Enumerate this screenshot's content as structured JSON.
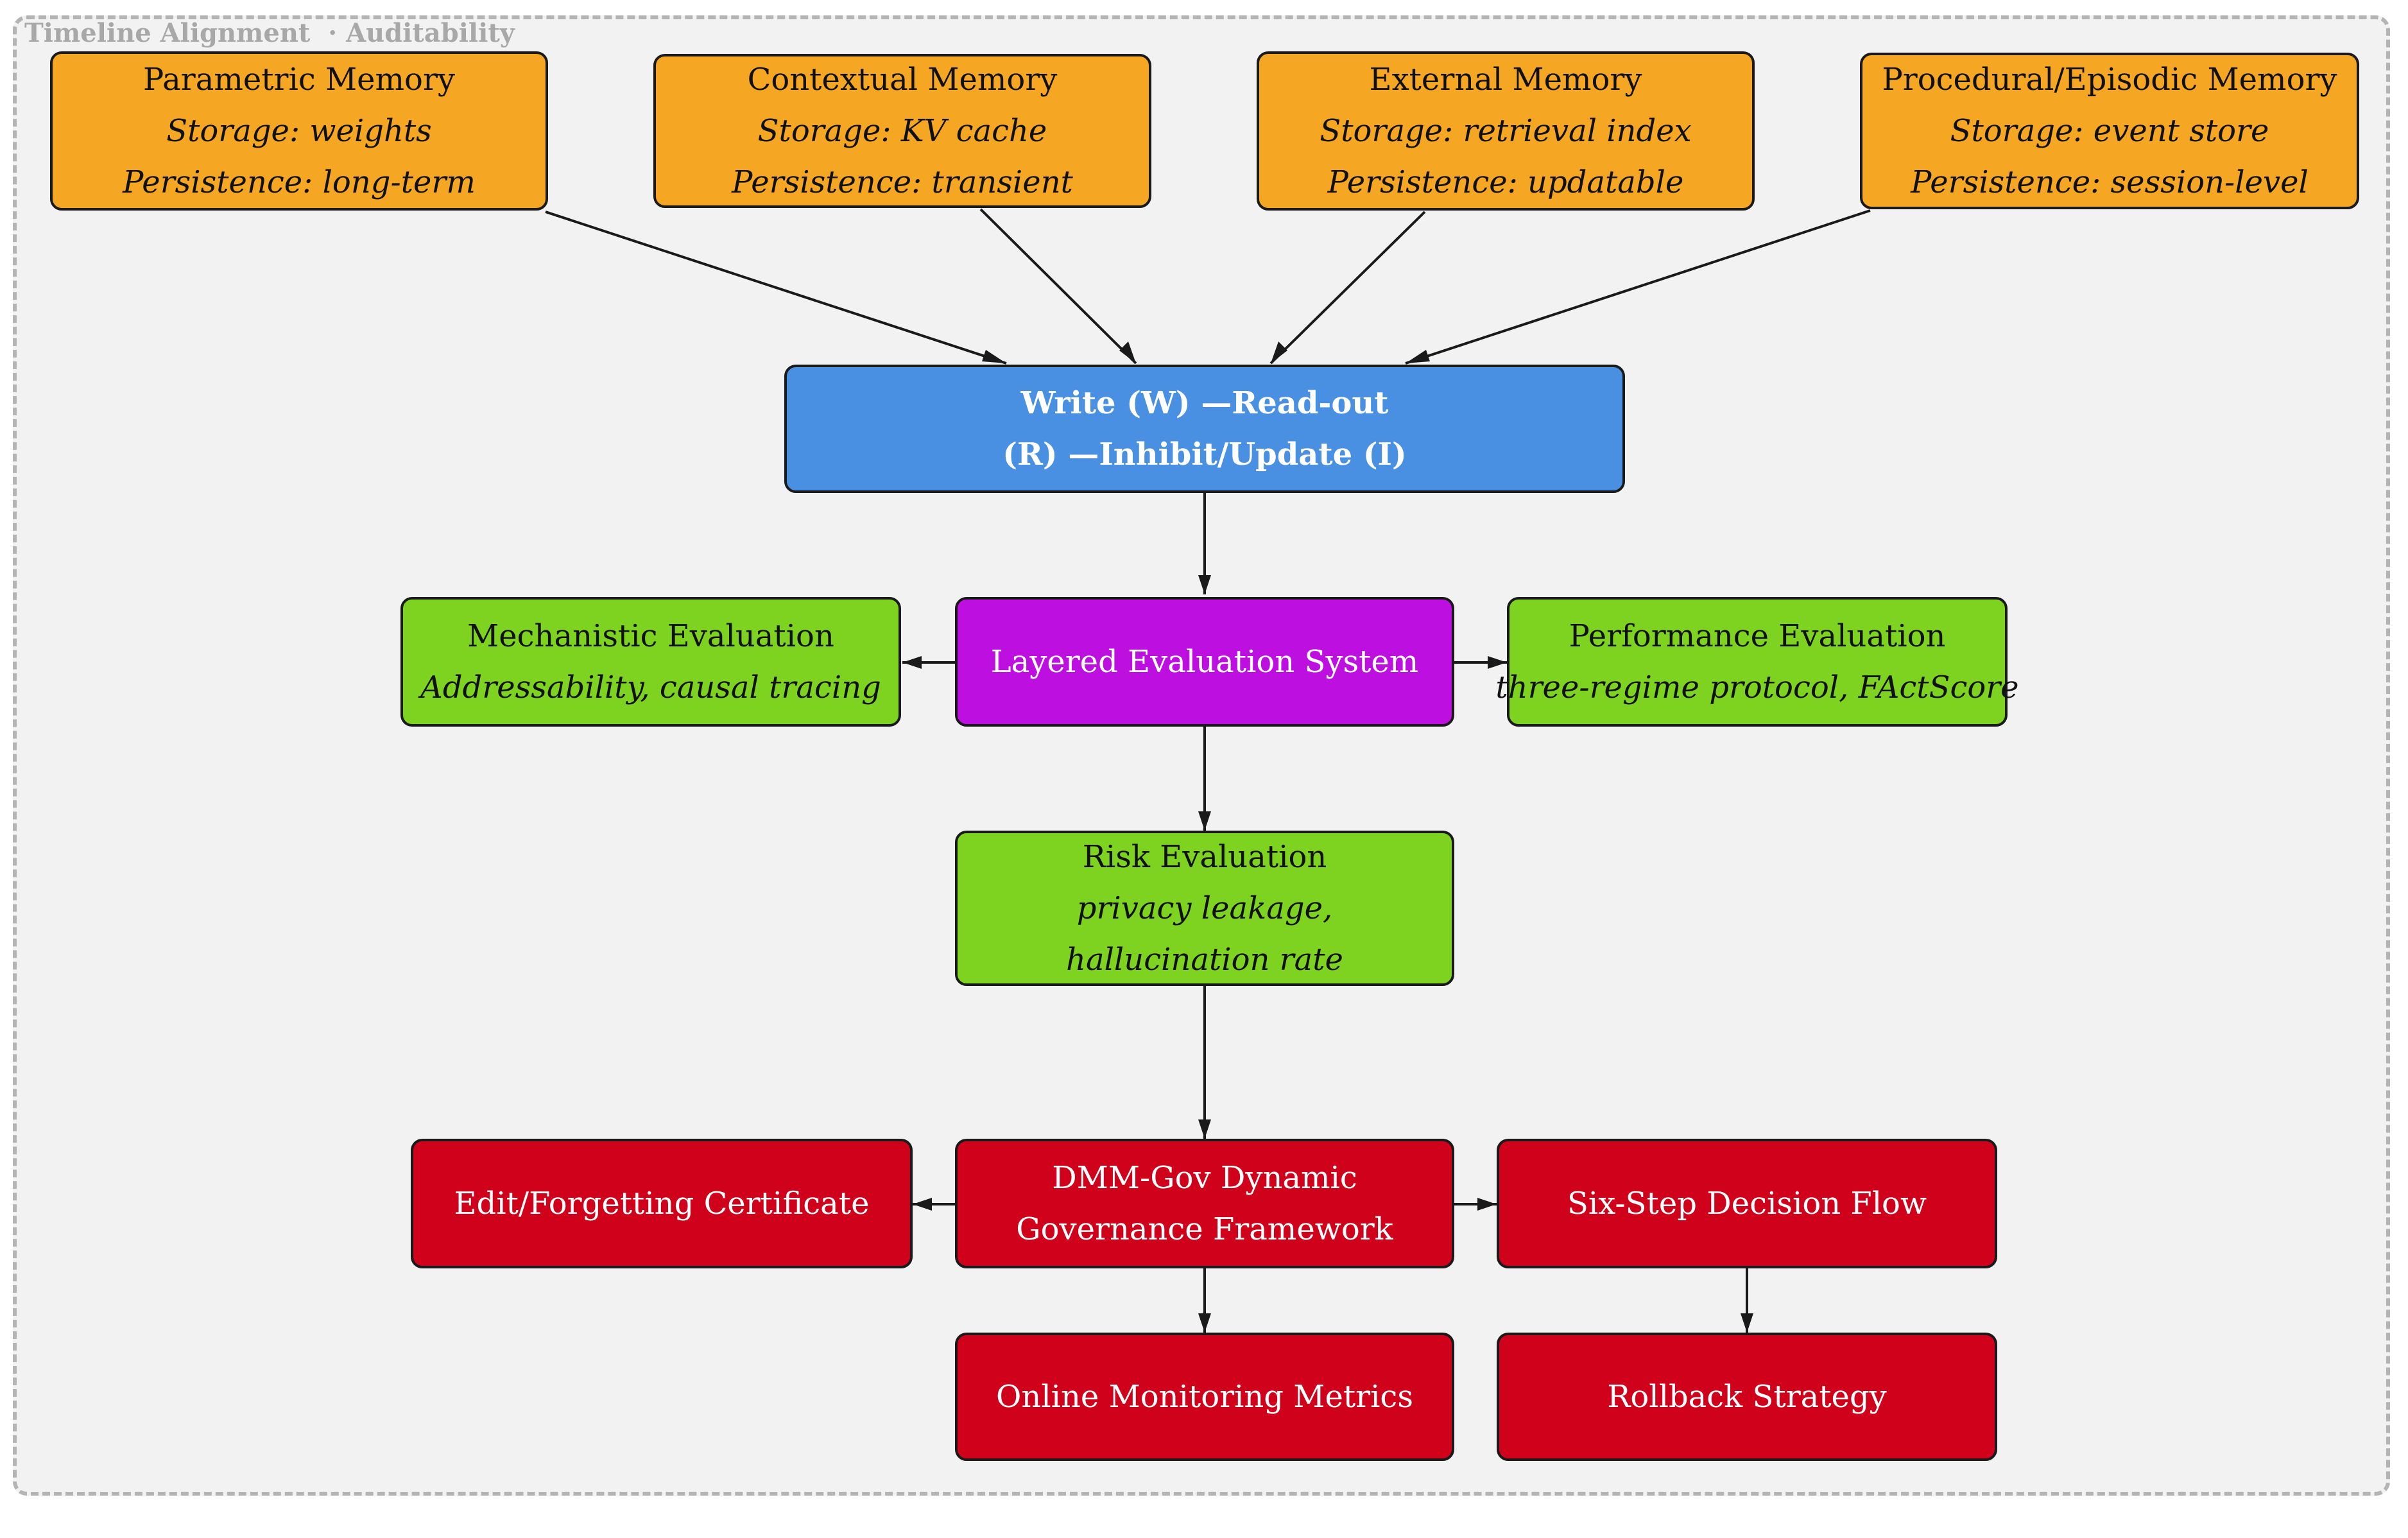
{
  "frame": {
    "label": "Timeline Alignment  · Auditability",
    "border_color": "#b4b4b4",
    "background": "#f2f2f2"
  },
  "colors": {
    "memory": "#f5a623",
    "operations": "#4a90e2",
    "evaluation_hub": "#bd10e0",
    "evaluation": "#7ed321",
    "governance": "#d0021b"
  },
  "memory": {
    "parametric": {
      "title": "Parametric Memory",
      "storage": "Storage:  weights",
      "persistence": "Persistence:  long-term"
    },
    "contextual": {
      "title": "Contextual Memory",
      "storage": "Storage:  KV cache",
      "persistence": "Persistence:  transient"
    },
    "external": {
      "title": "External Memory",
      "storage": "Storage:  retrieval index",
      "persistence": "Persistence:  updatable"
    },
    "procedural": {
      "title": "Procedural/Episodic Memory",
      "storage": "Storage:  event store",
      "persistence": "Persistence:  session-level"
    }
  },
  "operations": {
    "line1": "Write (W) —Read-out",
    "line2": "(R) —Inhibit/Update (I)"
  },
  "evaluation": {
    "hub": "Layered Evaluation System",
    "mechanistic": {
      "title": "Mechanistic Evaluation",
      "detail": "Addressability, causal tracing"
    },
    "performance": {
      "title": "Performance Evaluation",
      "detail": "three-regime protocol, FActScore"
    },
    "risk": {
      "title": "Risk Evaluation",
      "detail1": "privacy leakage,",
      "detail2": "hallucination rate"
    }
  },
  "governance": {
    "framework_line1": "DMM-Gov Dynamic",
    "framework_line2": "Governance Framework",
    "certificate": "Edit/Forgetting Certificate",
    "decision_flow": "Six-Step Decision Flow",
    "monitoring": "Online Monitoring Metrics",
    "rollback": "Rollback Strategy"
  }
}
